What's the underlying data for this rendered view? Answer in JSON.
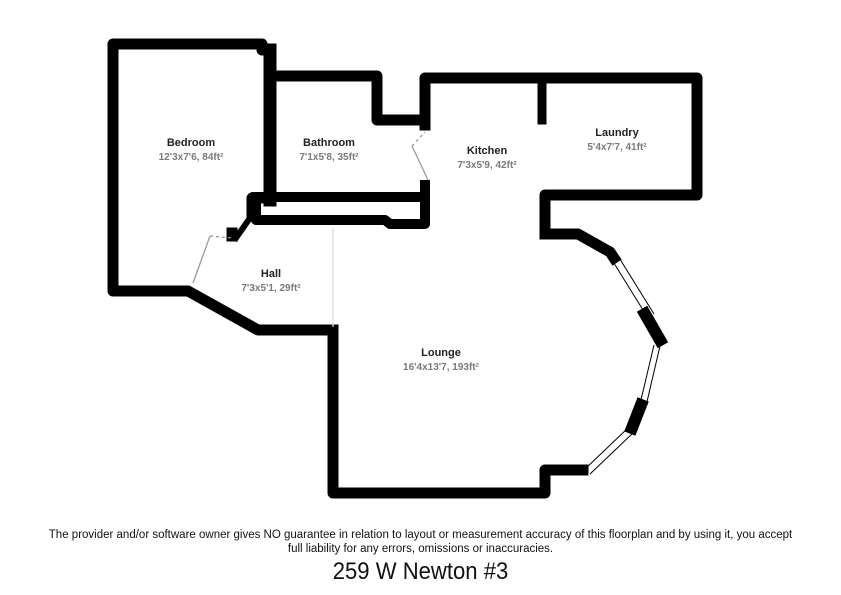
{
  "floorplan": {
    "rooms": [
      {
        "name": "Bedroom",
        "dims": "12'3x7'6, 84ft²"
      },
      {
        "name": "Bathroom",
        "dims": "7'1x5'8, 35ft²"
      },
      {
        "name": "Kitchen",
        "dims": "7'3x5'9, 42ft²"
      },
      {
        "name": "Laundry",
        "dims": "5'4x7'7, 41ft²"
      },
      {
        "name": "Hall",
        "dims": "7'3x5'1, 29ft²"
      },
      {
        "name": "Lounge",
        "dims": "16'4x13'7, 193ft²"
      }
    ],
    "colors": {
      "wall": "#000000",
      "label": "#222222",
      "dims": "#7a7a7a",
      "door": "#9a9a9a"
    }
  },
  "footer": {
    "disclaimer_line1": "The provider and/or software owner gives NO guarantee in relation to layout or measurement accuracy of this floorplan and by using it, you accept",
    "disclaimer_line2": "full liability for any errors, omissions or inaccuracies.",
    "address": "259 W Newton #3"
  }
}
